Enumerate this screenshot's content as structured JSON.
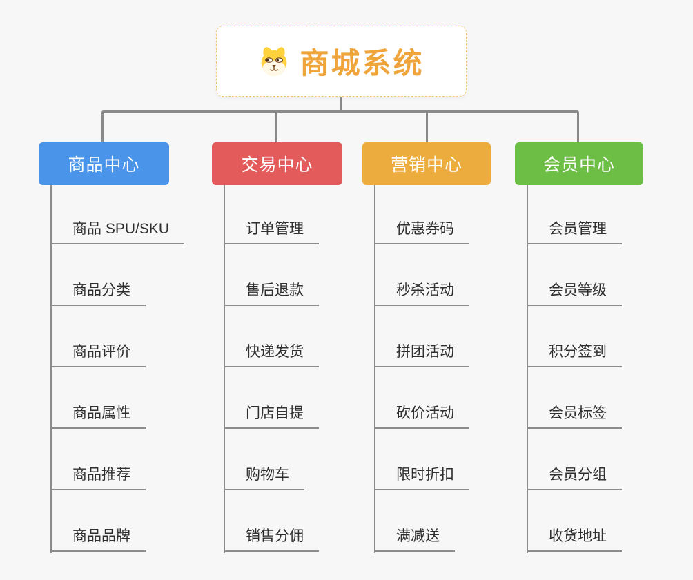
{
  "canvas": {
    "background": "#f7f7f7",
    "connector_color": "#8a8a8a",
    "leaf_line_color": "#8c8c8c"
  },
  "root": {
    "title": "商城系统",
    "title_color": "#f0a53c",
    "border_color": "#f2c679",
    "icon": "shiba-dog-icon"
  },
  "branches": [
    {
      "id": "product-center",
      "label": "商品中心",
      "color": "#4a94ea",
      "children": [
        "商品 SPU/SKU",
        "商品分类",
        "商品评价",
        "商品属性",
        "商品推荐",
        "商品品牌"
      ]
    },
    {
      "id": "trade-center",
      "label": "交易中心",
      "color": "#e45b5b",
      "children": [
        "订单管理",
        "售后退款",
        "快递发货",
        "门店自提",
        "购物车",
        "销售分佣"
      ]
    },
    {
      "id": "marketing-center",
      "label": "营销中心",
      "color": "#edad3e",
      "children": [
        "优惠券码",
        "秒杀活动",
        "拼团活动",
        "砍价活动",
        "限时折扣",
        "满减送"
      ]
    },
    {
      "id": "member-center",
      "label": "会员中心",
      "color": "#6dbe44",
      "children": [
        "会员管理",
        "会员等级",
        "积分签到",
        "会员标签",
        "会员分组",
        "收货地址"
      ]
    }
  ]
}
